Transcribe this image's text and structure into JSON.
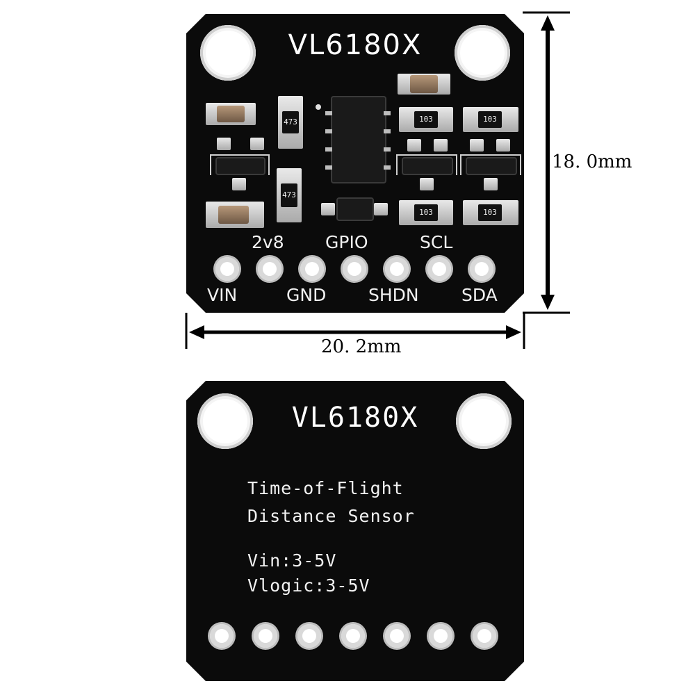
{
  "front": {
    "title": "VL6180X",
    "top_pins": {
      "p1": "2v8",
      "p2": "GPIO",
      "p3": "SCL"
    },
    "bottom_pins": {
      "p1": "VIN",
      "p2": "GND",
      "p3": "SHDN",
      "p4": "SDA"
    },
    "resistor_codes": {
      "r1": "473",
      "r2": "473",
      "r3": "103",
      "r4": "103",
      "r5": "103",
      "r6": "103"
    }
  },
  "dimensions": {
    "height": "18. 0mm",
    "width": "20. 2mm"
  },
  "back": {
    "title": "VL6180X",
    "line1": "Time-of-Flight",
    "line2": "Distance Sensor",
    "vin": "Vin:3-5V",
    "vlogic": "Vlogic:3-5V"
  },
  "colors": {
    "pcb": "#0b0b0b",
    "silkscreen": "#f2f2f2",
    "gold_pad": "#c9c9c9",
    "background": "#ffffff"
  }
}
